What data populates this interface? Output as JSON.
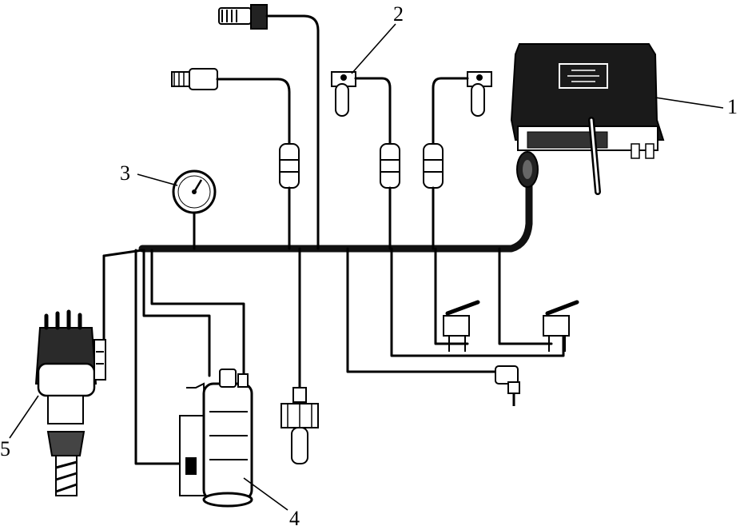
{
  "callouts": {
    "c1": "1",
    "c2": "2",
    "c3": "3",
    "c4": "4",
    "c5": "5"
  },
  "colors": {
    "ink": "#000000",
    "paper": "#ffffff",
    "shade": "#1a1a1a"
  }
}
